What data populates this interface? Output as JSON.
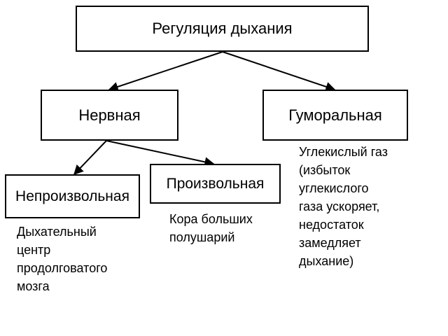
{
  "diagram": {
    "nodes": {
      "root": "Регуляция дыхания",
      "nervous": "Нервная",
      "humoral": "Гуморальная",
      "involuntary": "Непроизвольная",
      "voluntary": "Произвольная"
    },
    "notes": {
      "humoral": "Углекислый газ\n(избыток\nуглекислого\nгаза ускоряет,\nнедостаток\nзамедляет\nдыхание)",
      "voluntary": "Кора больших\nполушарий",
      "involuntary": "Дыхательный\nцентр\nпродолговатого\nмозга"
    }
  }
}
